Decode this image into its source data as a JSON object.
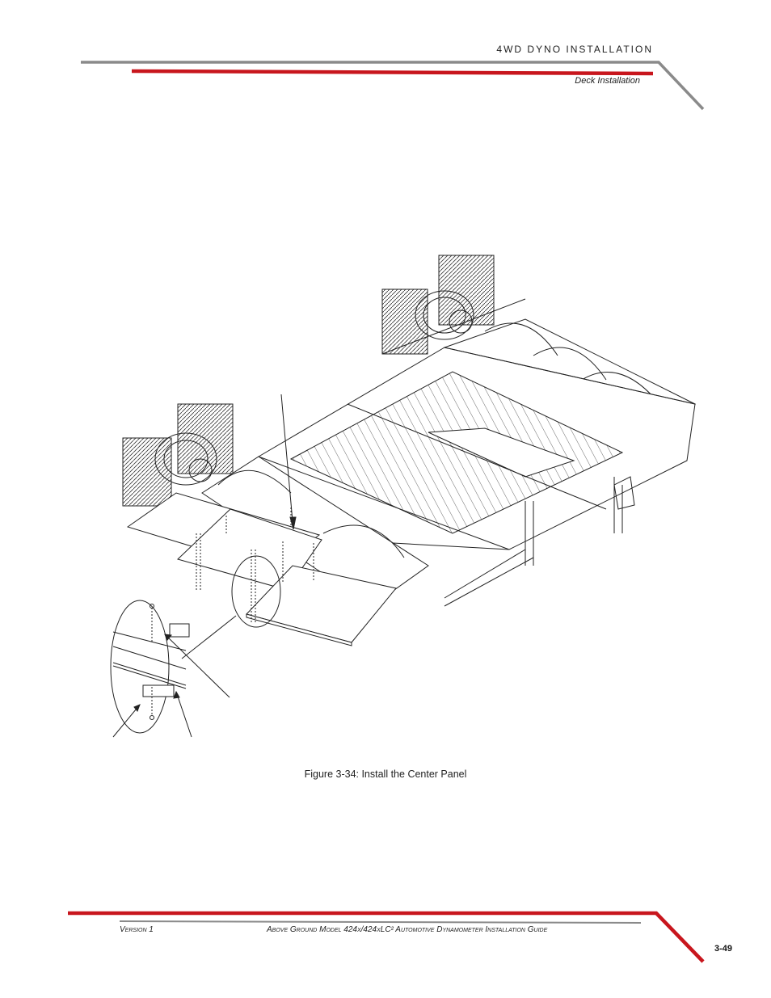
{
  "header": {
    "chapter": "4WD DYNO INSTALLATION",
    "section": "Deck Installation"
  },
  "figure": {
    "caption": "Figure 3-34: Install the Center Panel"
  },
  "footer": {
    "version": "Version 1",
    "guide_title": "Above Ground Model 424x/424xLC² Automotive Dynamometer Installation Guide",
    "page_number": "3-49"
  },
  "colors": {
    "accent_red": "#c8161d",
    "rule_gray": "#8a8a8a"
  }
}
